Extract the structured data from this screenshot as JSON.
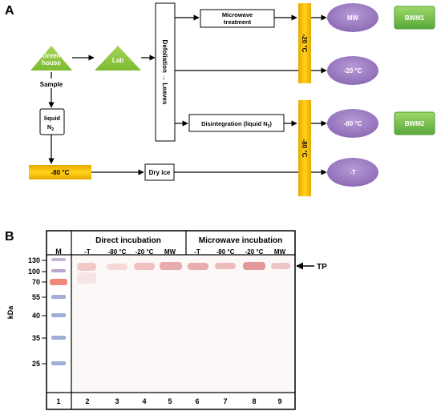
{
  "panel_a": {
    "letter": "A",
    "greenhouse": "Green house",
    "lab": "Lab",
    "sample": "Sample",
    "liquid_n2": "liquid N",
    "liquid_n2_sub": "2",
    "defoliation": "Defoliation → Leaves",
    "microwave_line1": "Microwave",
    "microwave_line2": "treatment",
    "disintegration": "Disintegration (liquid N",
    "disintegration_sub": "2",
    "disintegration_end": ")",
    "minus80_box": "-80 °C",
    "dry_ice": "Dry ice",
    "freezer_top": "-20 °C",
    "freezer_bottom": "-80 °C",
    "out_mw": "MW",
    "out_m20": "-20 °C",
    "out_m80": "-80 °C",
    "out_t": "-T",
    "bwm1": "BWM1",
    "bwm2": "BWM2",
    "colors": {
      "green": "#8dc63f",
      "yellow": "#f5c500",
      "purple": "#9d7fc2",
      "bwm": "#6cc24a"
    }
  },
  "panel_b": {
    "letter": "B",
    "marker_header": "M",
    "group1": "Direct incubation",
    "group2": "Microwave incubation",
    "lane_headers": [
      "-T",
      "-80 °C",
      "-20 °C",
      "MW",
      "-T",
      "-80 °C",
      "-20 °C",
      "MW"
    ],
    "kda_label": "kDa",
    "kda_ticks": [
      "130",
      "100",
      "70",
      "55",
      "40",
      "35",
      "25"
    ],
    "lane_numbers": [
      "1",
      "2",
      "3",
      "4",
      "5",
      "6",
      "7",
      "8",
      "9"
    ],
    "tp_label": "TP"
  }
}
